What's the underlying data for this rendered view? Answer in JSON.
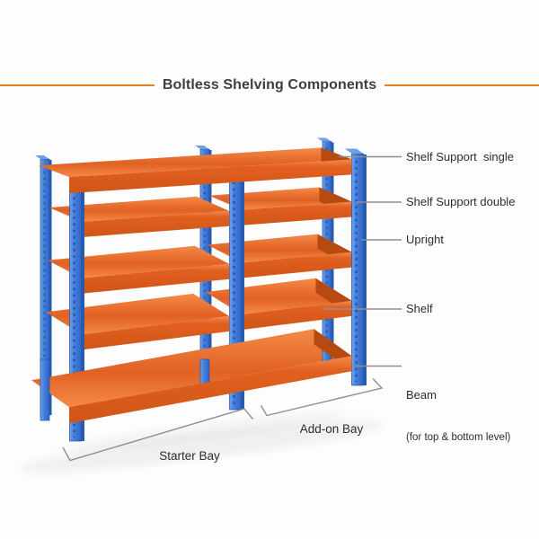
{
  "title": "Boltless Shelving Components",
  "component_labels": [
    {
      "name": "shelf-support-single",
      "text": "Shelf Support  single"
    },
    {
      "name": "shelf-support-double",
      "text": "Shelf Support double"
    },
    {
      "name": "upright",
      "text": "Upright"
    },
    {
      "name": "shelf",
      "text": "Shelf"
    },
    {
      "name": "beam",
      "text": "Beam",
      "note": "(for top & bottom level)"
    }
  ],
  "bay_labels": [
    {
      "text": "Starter Bay"
    },
    {
      "text": "Add-on Bay"
    }
  ],
  "diagram": {
    "bays": 2,
    "shelf_levels_per_bay": 5
  },
  "colors": {
    "accent": "#ee7d1f",
    "title-color": "#3a4047",
    "label-color": "#2d2d2d",
    "line-color": "#8f8f8f",
    "shelf-top": "#e06124",
    "shelf-top-light": "#f58a48",
    "shelf-front": "#e2601f",
    "shelf-front-light": "#f58b4c",
    "shelf-front-dark": "#cf5517",
    "shelf-side": "#b54a12",
    "upright": "#4280df",
    "upright-hi": "#6fa0ea",
    "upright-lo": "#3066c4",
    "upright-dark": "#2a5aae",
    "hole": "#1c3c7f",
    "bg": "#fdfdfd"
  }
}
